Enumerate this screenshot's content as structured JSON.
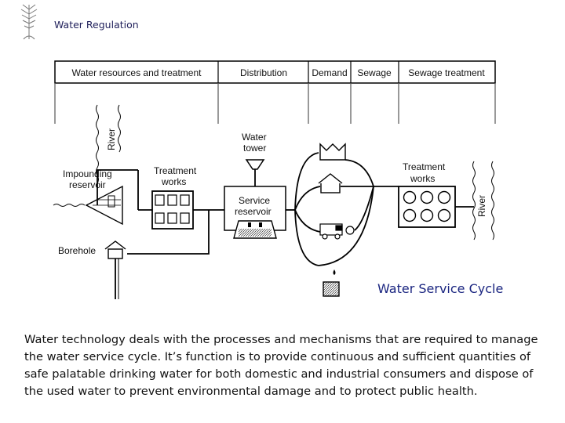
{
  "header": {
    "title": "Water Regulation"
  },
  "diagram": {
    "columns": [
      "Water resources and treatment",
      "Distribution",
      "Demand",
      "Sewage",
      "Sewage treatment"
    ],
    "labels": {
      "river_left": "River",
      "river_right": "River",
      "impounding_line1": "Impounding",
      "impounding_line2": "reservoir",
      "treatment1_line1": "Treatment",
      "treatment1_line2": "works",
      "water_tower_line1": "Water",
      "water_tower_line2": "tower",
      "service_line1": "Service",
      "service_line2": "reservoir",
      "treatment2_line1": "Treatment",
      "treatment2_line2": "works",
      "borehole": "Borehole"
    }
  },
  "caption": "Water Service Cycle",
  "body_text": "Water technology deals with the processes and mechanisms that are required to manage the water service cycle. It’s function is to provide continuous and sufficient quantities of safe palatable drinking water for both domestic and industrial consumers and dispose of the used water to prevent environmental damage and to protect public health."
}
